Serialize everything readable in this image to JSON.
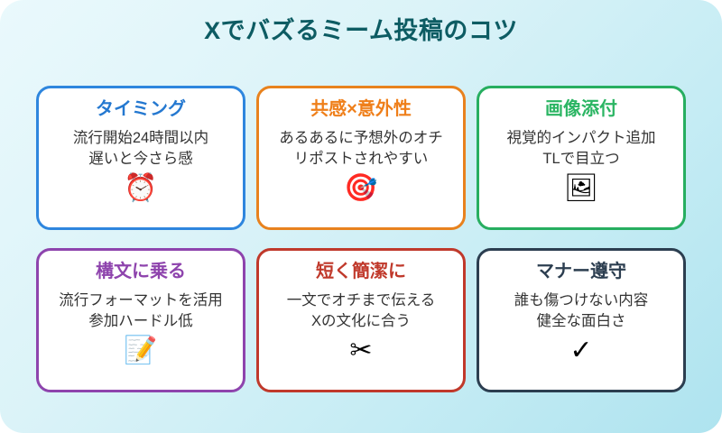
{
  "poster": {
    "title": "Xでバズるミーム投稿のコツ",
    "background_from": "#eaf9fc",
    "background_to": "#aee3ef",
    "title_color": "#0d5c63"
  },
  "cards": [
    {
      "title": "タイミング",
      "line1": "流行開始24時間以内",
      "line2": "遅いと今さら感",
      "icon": "⏰",
      "icon_name": "alarm-clock-icon",
      "accent": "#2e86de"
    },
    {
      "title": "共感×意外性",
      "line1": "あるあるに予想外のオチ",
      "line2": "リポストされやすい",
      "icon": "🎯",
      "icon_name": "dart-target-icon",
      "accent": "#e8821e"
    },
    {
      "title": "画像添付",
      "line1": "視覚的インパクト追加",
      "line2": "TLで目立つ",
      "icon": "🖼",
      "icon_name": "framed-picture-icon",
      "accent": "#27ae60"
    },
    {
      "title": "構文に乗る",
      "line1": "流行フォーマットを活用",
      "line2": "参加ハードル低",
      "icon": "📝",
      "icon_name": "memo-writing-icon",
      "accent": "#8e44ad"
    },
    {
      "title": "短く簡潔に",
      "line1": "一文でオチまで伝える",
      "line2": "Xの文化に合う",
      "icon": "✂",
      "icon_name": "scissors-icon",
      "accent": "#c0392b"
    },
    {
      "title": "マナー遵守",
      "line1": "誰も傷つけない内容",
      "line2": "健全な面白さ",
      "icon": "✓",
      "icon_name": "check-mark-icon",
      "accent": "#2c3e50"
    }
  ]
}
